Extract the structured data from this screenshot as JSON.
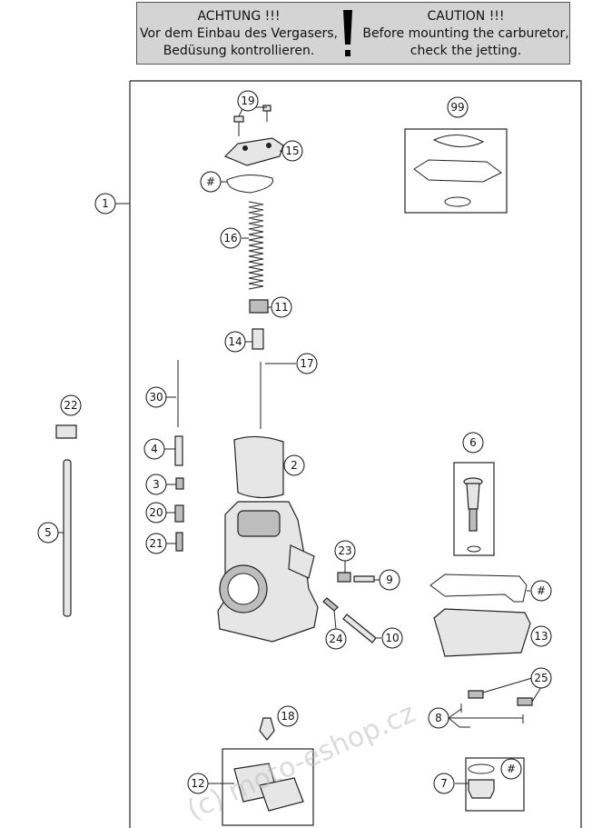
{
  "notice": {
    "de_title": "ACHTUNG !!!",
    "de_line1": "Vor dem Einbau des Vergasers,",
    "de_line2": "Bedüsung kontrollieren.",
    "en_title": "CAUTION !!!",
    "en_line1": "Before mounting the carburetor,",
    "en_line2": "check the jetting."
  },
  "callouts": {
    "c1": "1",
    "c2": "2",
    "c3": "3",
    "c4": "4",
    "c5": "5",
    "c6": "6",
    "c7": "7",
    "c8": "8",
    "c9": "9",
    "c10": "10",
    "c11": "11",
    "c12": "12",
    "c13": "13",
    "c14": "14",
    "c15": "15",
    "c16": "16",
    "c17": "17",
    "c18": "18",
    "c19": "19",
    "c20": "20",
    "c21": "21",
    "c22": "22",
    "c23": "23",
    "c24": "24",
    "c25": "25",
    "c30": "30",
    "c99": "99",
    "hash": "#"
  },
  "watermark": "(c) moto-eshop.cz",
  "colors": {
    "notice_bg": "#d4d4d4",
    "line": "#222222",
    "watermark": "#bdbdbd"
  }
}
